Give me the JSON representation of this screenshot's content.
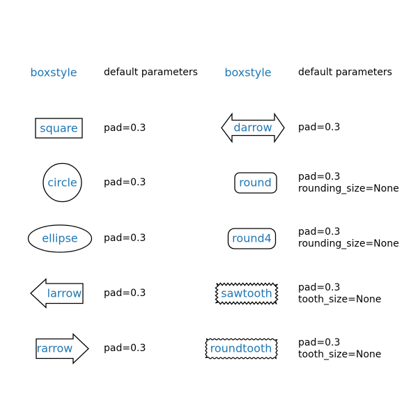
{
  "colors": {
    "accent": "#1f77b4",
    "outline": "#000000",
    "background": "#ffffff"
  },
  "columns": [
    {
      "header_boxstyle": "boxstyle",
      "header_params": "default parameters",
      "rows": [
        {
          "label": "square",
          "shape": "square-box",
          "params": [
            "pad=0.3"
          ]
        },
        {
          "label": "circle",
          "shape": "circle-box",
          "params": [
            "pad=0.3"
          ]
        },
        {
          "label": "ellipse",
          "shape": "ellipse-box",
          "params": [
            "pad=0.3"
          ]
        },
        {
          "label": "larrow",
          "shape": "left-arrow-box",
          "params": [
            "pad=0.3"
          ]
        },
        {
          "label": "rarrow",
          "shape": "right-arrow-box",
          "params": [
            "pad=0.3"
          ]
        }
      ]
    },
    {
      "header_boxstyle": "boxstyle",
      "header_params": "default parameters",
      "rows": [
        {
          "label": "darrow",
          "shape": "double-arrow-box",
          "params": [
            "pad=0.3"
          ]
        },
        {
          "label": "round",
          "shape": "rounded-box",
          "params": [
            "pad=0.3",
            "rounding_size=None"
          ]
        },
        {
          "label": "round4",
          "shape": "rounded4-box",
          "params": [
            "pad=0.3",
            "rounding_size=None"
          ]
        },
        {
          "label": "sawtooth",
          "shape": "sawtooth-box",
          "params": [
            "pad=0.3",
            "tooth_size=None"
          ]
        },
        {
          "label": "roundtooth",
          "shape": "roundtooth-box",
          "params": [
            "pad=0.3",
            "tooth_size=None"
          ]
        }
      ]
    }
  ]
}
